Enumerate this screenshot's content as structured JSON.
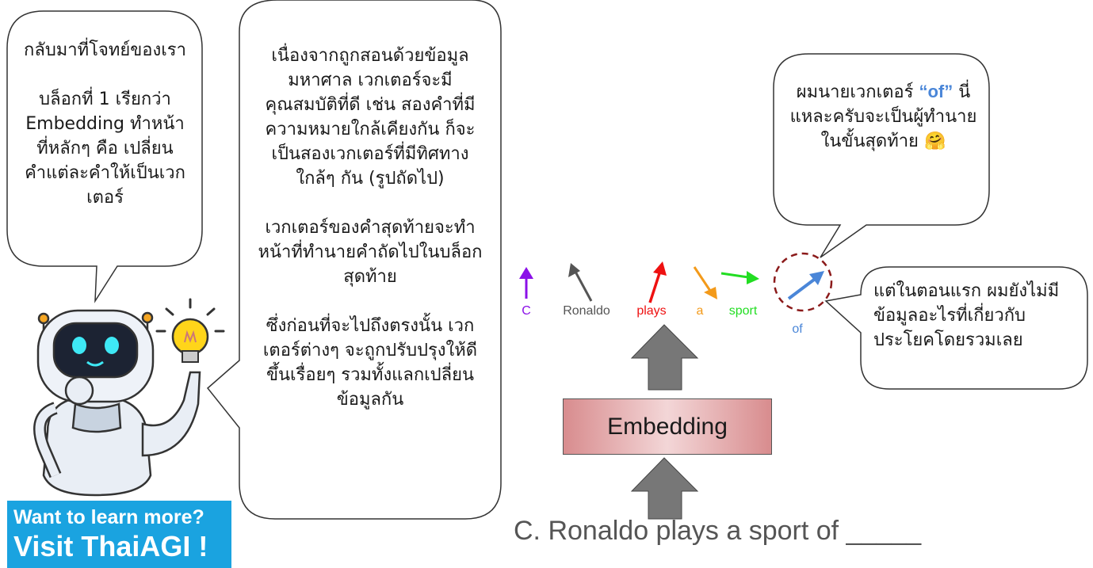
{
  "bubble1": {
    "p1": "กลับมาที่โจทย์ของเรา",
    "p2": "บล็อกที่ 1 เรียกว่า Embedding ทำหน้าที่หลักๆ คือ เปลี่ยน คำแต่ละคำให้เป็นเวกเตอร์"
  },
  "bubble2": {
    "p1": "เนื่องจากถูกสอนด้วยข้อมูลมหาศาล เวกเตอร์จะมีคุณสมบัติที่ดี เช่น สองคำที่มีความหมายใกล้เคียงกัน ก็จะเป็นสองเวกเตอร์ที่มีทิศทางใกล้ๆ กัน (รูปถัดไป)",
    "p2": "เวกเตอร์ของคำสุดท้ายจะทำหน้าที่ทำนายคำถัดไปในบล็อกสุดท้าย",
    "p3": "ซึ่งก่อนที่จะไปถึงตรงนั้น เวกเตอร์ต่างๆ จะถูกปรับปรุงให้ดีขึ้นเรื่อยๆ รวมทั้งแลกเปลี่ยนข้อมูลกัน"
  },
  "bubble3": {
    "line1": "ผมนายเวกเตอร์",
    "highlight": "“of”",
    "line2": " นี่แหละครับจะเป็นผู้ทำนาย ในขั้นสุดท้าย",
    "emoji": "🤗"
  },
  "bubble4": {
    "text": "แต่ในตอนแรก ผมยังไม่มีข้อมูลอะไรที่เกี่ยวกับประโยคโดยรวมเลย"
  },
  "words": [
    {
      "label": "C",
      "color": "#8b10e8"
    },
    {
      "label": "Ronaldo",
      "color": "#555555"
    },
    {
      "label": "plays",
      "color": "#ee1111"
    },
    {
      "label": "a",
      "color": "#f39a1a"
    },
    {
      "label": "sport",
      "color": "#22dd22"
    },
    {
      "label": "of",
      "color": "#4a86d8"
    }
  ],
  "embedding_label": "Embedding",
  "sentence": "C. Ronaldo plays a sport of _____",
  "promo": {
    "line1": "Want to learn more?",
    "line2": "Visit ThaiAGI !"
  },
  "colors": {
    "arrow_gray": "#777777",
    "circle_dash": "#8b1a1a",
    "promo_bg": "#1aa3e0"
  }
}
